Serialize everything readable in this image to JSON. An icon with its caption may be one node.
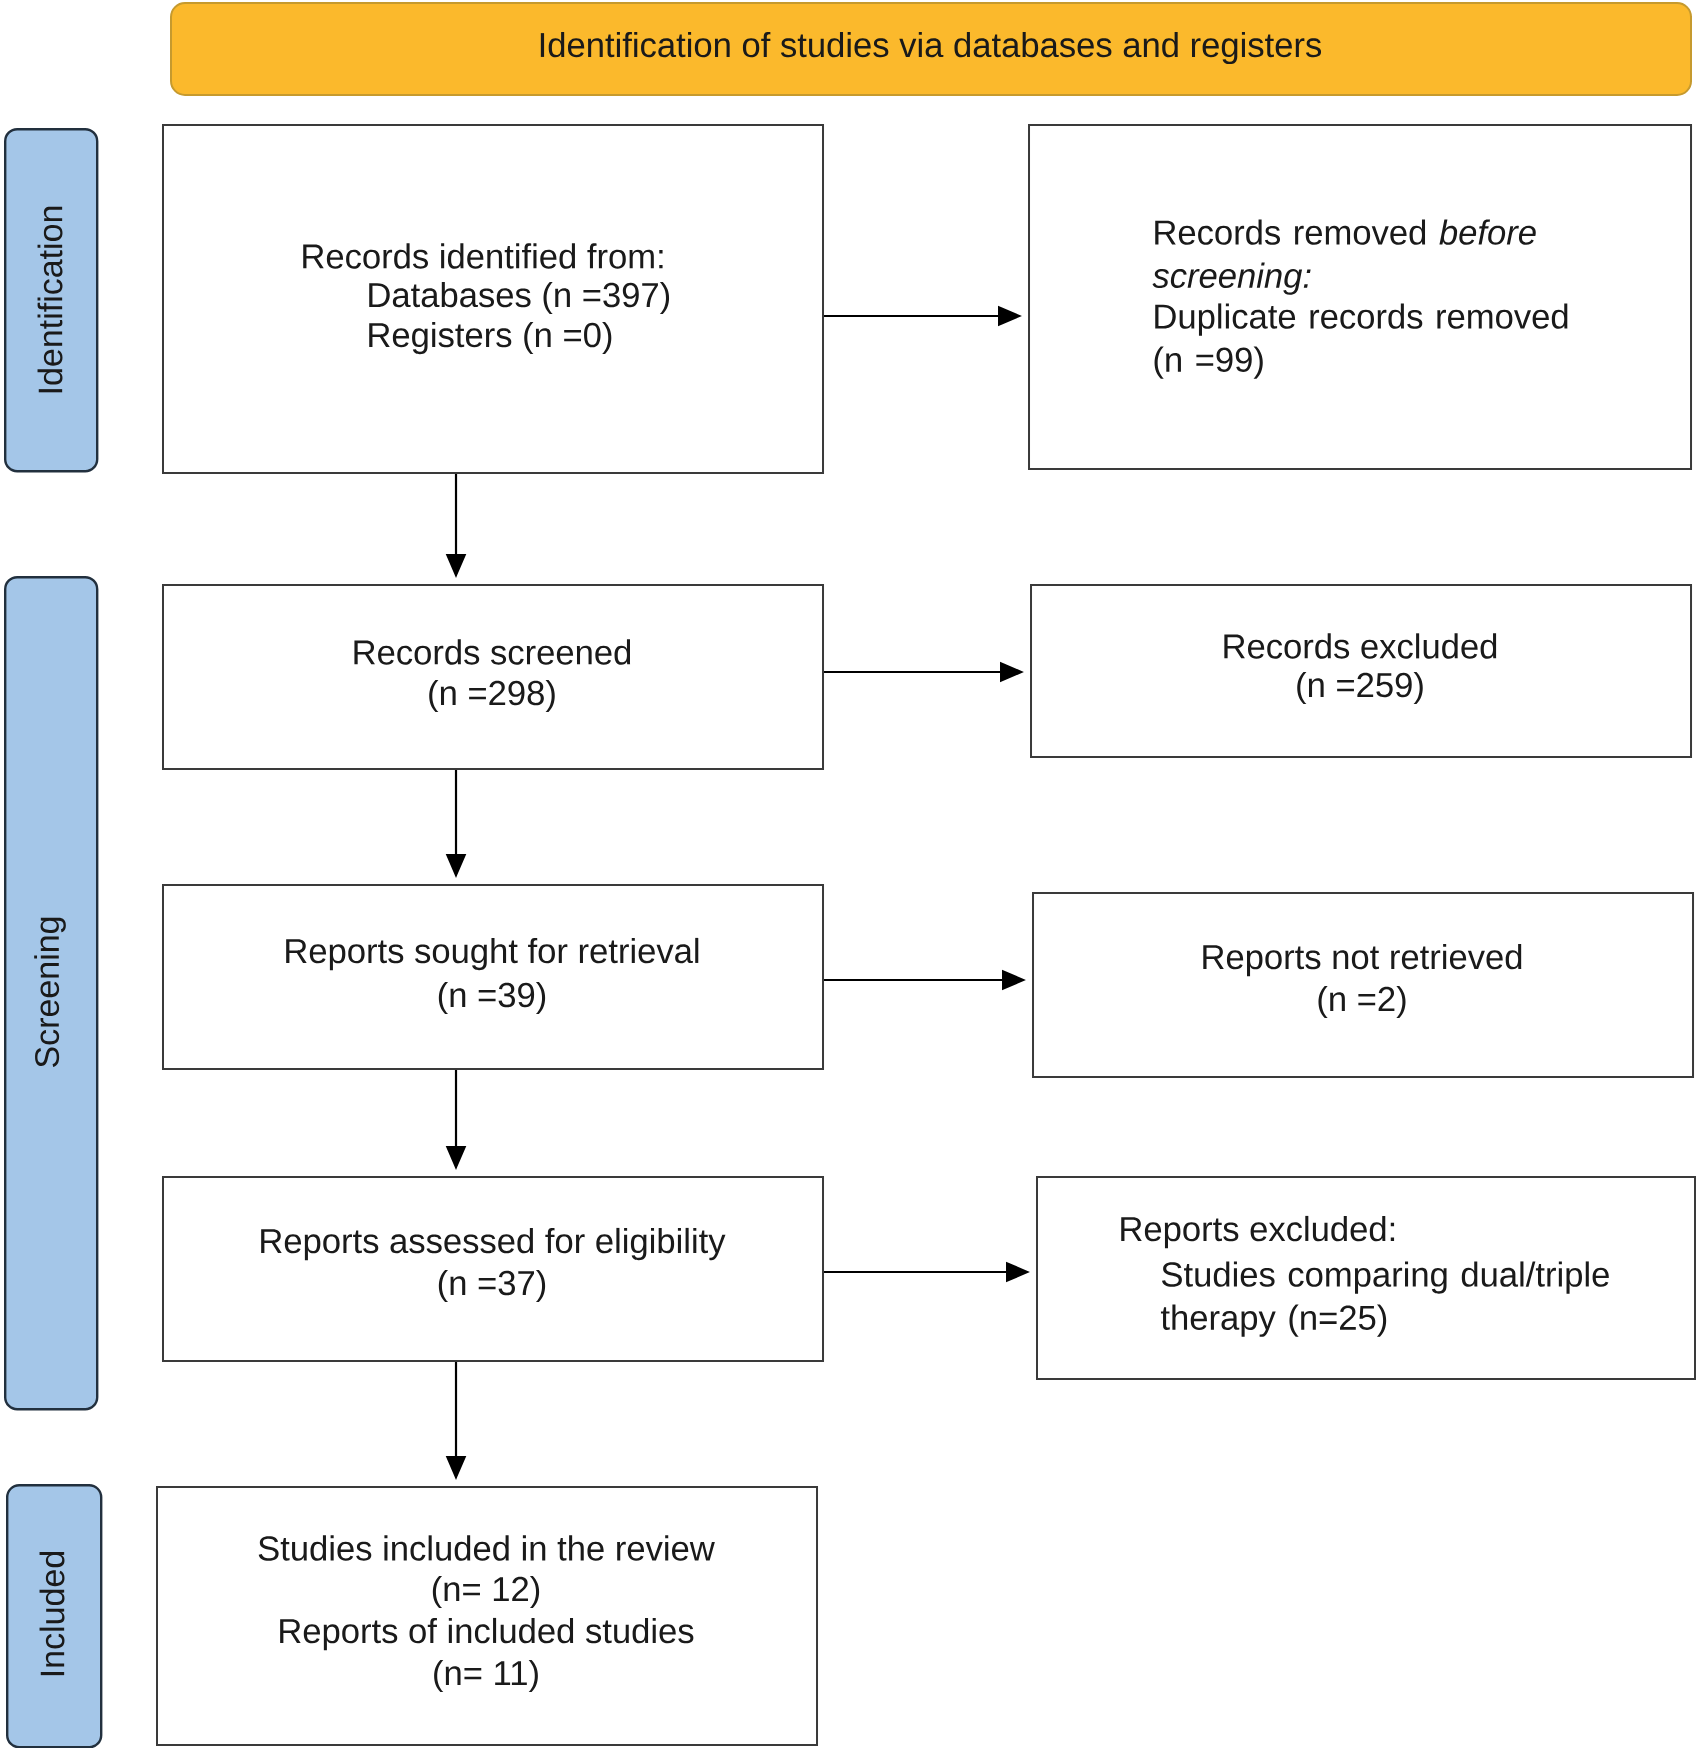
{
  "diagram": {
    "nodes": [
      {
        "text": [
          "Identification of studies via databases and registers"
        ]
      },
      {
        "text": [
          "Identification"
        ]
      },
      {
        "text": [
          "Records identified from:",
          "Databases (n =397)",
          "Registers (n =0)"
        ]
      },
      {
        "text": [
          "Records removed *before screening:*",
          "Duplicate records removed (n =99)"
        ]
      },
      {
        "text": [
          "Screening"
        ]
      },
      {
        "text": [
          "Records screened",
          "(n =298)"
        ]
      },
      {
        "text": [
          "Records excluded",
          "(n =259)"
        ]
      },
      {
        "text": [
          "Reports sought for retrieval",
          "(n =39)"
        ]
      },
      {
        "text": [
          "Reports not retrieved",
          "(n =2)"
        ]
      },
      {
        "text": [
          "Reports assessed for eligibility",
          "(n =37)"
        ]
      },
      {
        "text": [
          "Reports excluded:",
          "Studies comparing dual/triple therapy (n=25)"
        ]
      },
      {
        "text": [
          "Included"
        ]
      },
      {
        "text": [
          "Studies included in the review",
          "(n= 12)",
          "Reports of included studies",
          "(n= 11)"
        ]
      }
    ],
    "edges": [
      {
        "from": 2,
        "to": 3,
        "arrow": "to"
      },
      {
        "from": 2,
        "to": 5,
        "arrow": "to"
      },
      {
        "from": 5,
        "to": 6,
        "arrow": "to"
      },
      {
        "from": 5,
        "to": 7,
        "arrow": "to"
      },
      {
        "from": 7,
        "to": 8,
        "arrow": "to"
      },
      {
        "from": 7,
        "to": 9,
        "arrow": "to"
      },
      {
        "from": 9,
        "to": 10,
        "arrow": "to"
      },
      {
        "from": 9,
        "to": 12,
        "arrow": "to"
      }
    ]
  }
}
